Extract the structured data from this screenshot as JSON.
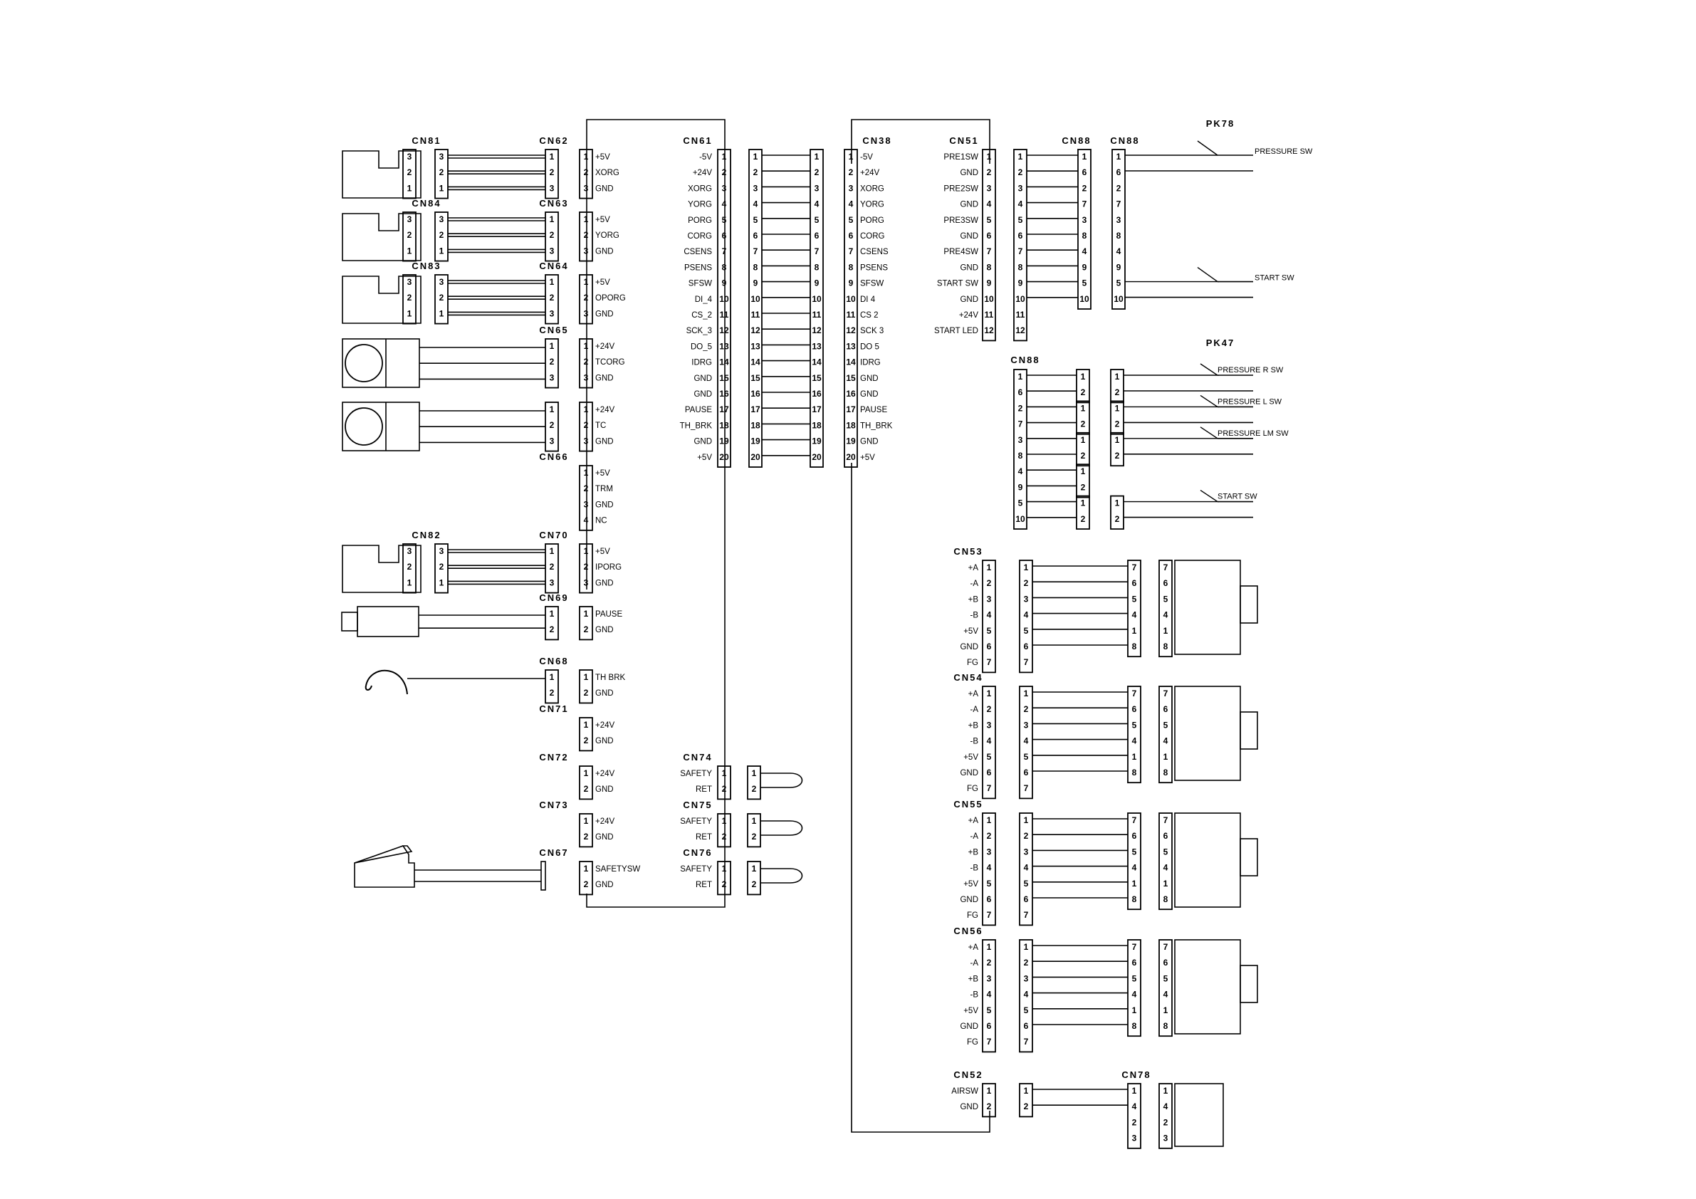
{
  "diagram": {
    "left": [
      {
        "type": "sensor",
        "sensor_title": "CN81",
        "sensor_pins": [
          "3",
          "2",
          "1"
        ],
        "title": "CN62",
        "pins": [
          "1",
          "2",
          "3"
        ],
        "signals": [
          "+5V",
          "XORG",
          "GND"
        ]
      },
      {
        "type": "sensor",
        "sensor_title": "CN84",
        "sensor_pins": [
          "3",
          "2",
          "1"
        ],
        "title": "CN63",
        "pins": [
          "1",
          "2",
          "3"
        ],
        "signals": [
          "+5V",
          "YORG",
          "GND"
        ]
      },
      {
        "type": "sensor",
        "sensor_title": "CN83",
        "sensor_pins": [
          "3",
          "2",
          "1"
        ],
        "title": "CN64",
        "pins": [
          "1",
          "2",
          "3"
        ],
        "signals": [
          "+5V",
          "OPORG",
          "GND"
        ]
      },
      {
        "type": "sensor_round",
        "title": "CN65",
        "pins": [
          "1",
          "2",
          "3"
        ],
        "signals": [
          "+24V",
          "TCORG",
          "GND"
        ]
      },
      {
        "type": "sensor_round",
        "title": "",
        "pins": [
          "1",
          "2",
          "3"
        ],
        "signals": [
          "+24V",
          "TC",
          "GND"
        ]
      },
      {
        "type": "plain",
        "title": "CN66",
        "pins": [
          "1",
          "2",
          "3",
          "4"
        ],
        "signals": [
          "+5V",
          "TRM",
          "GND",
          "NC"
        ]
      },
      {
        "type": "sensor",
        "sensor_title": "CN82",
        "sensor_pins": [
          "3",
          "2",
          "1"
        ],
        "title": "CN70",
        "pins": [
          "1",
          "2",
          "3"
        ],
        "signals": [
          "+5V",
          "IPORG",
          "GND"
        ]
      },
      {
        "type": "pause",
        "title": "CN69",
        "pins": [
          "1",
          "2"
        ],
        "signals": [
          "PAUSE",
          "GND"
        ]
      },
      {
        "type": "thermal",
        "title": "CN68",
        "pins": [
          "1",
          "2"
        ],
        "signals": [
          "TH BRK",
          "GND"
        ]
      },
      {
        "type": "plain",
        "title": "CN71",
        "pins": [
          "1",
          "2"
        ],
        "signals": [
          "+24V",
          "GND"
        ]
      },
      {
        "type": "plain",
        "title": "CN72",
        "pins": [
          "1",
          "2"
        ],
        "signals": [
          "+24V",
          "GND"
        ]
      },
      {
        "type": "plain",
        "title": "CN73",
        "pins": [
          "1",
          "2"
        ],
        "signals": [
          "+24V",
          "GND"
        ]
      },
      {
        "type": "safety",
        "title": "CN67",
        "pins": [
          "1",
          "2"
        ],
        "signals": [
          "SAFETYSW",
          "GND"
        ]
      }
    ],
    "cn61": {
      "title": "CN61",
      "signals": [
        "-5V",
        "+24V",
        "XORG",
        "YORG",
        "PORG",
        "CORG",
        "CSENS",
        "PSENS",
        "SFSW",
        "DI_4",
        "CS_2",
        "SCK_3",
        "DO_5",
        "IDRG",
        "GND",
        "GND",
        "PAUSE",
        "TH_BRK",
        "GND",
        "+5V"
      ],
      "pins": [
        "1",
        "2",
        "3",
        "4",
        "5",
        "6",
        "7",
        "8",
        "9",
        "10",
        "11",
        "12",
        "13",
        "14",
        "15",
        "16",
        "17",
        "18",
        "19",
        "20"
      ]
    },
    "cn38": {
      "title": "CN38",
      "signals": [
        "-5V",
        "+24V",
        "XORG",
        "YORG",
        "PORG",
        "CORG",
        "CSENS",
        "PSENS",
        "SFSW",
        "DI 4",
        "CS 2",
        "SCK 3",
        "DO 5",
        "IDRG",
        "GND",
        "GND",
        "PAUSE",
        "TH_BRK",
        "GND",
        "+5V"
      ],
      "pins": [
        "1",
        "2",
        "3",
        "4",
        "5",
        "6",
        "7",
        "8",
        "9",
        "10",
        "11",
        "12",
        "13",
        "14",
        "15",
        "16",
        "17",
        "18",
        "19",
        "20"
      ]
    },
    "loops": [
      {
        "title": "CN74",
        "signals": [
          "SAFETY",
          "RET"
        ],
        "pins": [
          "1",
          "2"
        ]
      },
      {
        "title": "CN75",
        "signals": [
          "SAFETY",
          "RET"
        ],
        "pins": [
          "1",
          "2"
        ]
      },
      {
        "title": "CN76",
        "signals": [
          "SAFETY",
          "RET"
        ],
        "pins": [
          "1",
          "2"
        ]
      }
    ],
    "cn51": {
      "title": "CN51",
      "signals": [
        "PRE1SW",
        "GND",
        "PRE2SW",
        "GND",
        "PRE3SW",
        "GND",
        "PRE4SW",
        "GND",
        "START SW",
        "GND",
        "+24V",
        "START LED"
      ],
      "pins": [
        "1",
        "2",
        "3",
        "4",
        "5",
        "6",
        "7",
        "8",
        "9",
        "10",
        "11",
        "12"
      ],
      "mid_title": "CN88",
      "mid_pins": [
        "1",
        "6",
        "2",
        "7",
        "3",
        "8",
        "4",
        "9",
        "5",
        "10"
      ],
      "far_title": "CN88",
      "far_pins": [
        "1",
        "6",
        "2",
        "7",
        "3",
        "8",
        "4",
        "9",
        "5",
        "10"
      ],
      "pk_title": "PK78",
      "switches": [
        "PRESSURE SW",
        "START SW"
      ]
    },
    "pk47": {
      "title": "PK47",
      "cn_title": "CN88",
      "pins": [
        "1",
        "6",
        "2",
        "7",
        "3",
        "8",
        "4",
        "9",
        "5",
        "10"
      ],
      "small": [
        "1",
        "2"
      ],
      "switches": [
        "PRESSURE R SW",
        "PRESSURE L SW",
        "PRESSURE LM SW",
        "START SW"
      ]
    },
    "motors": [
      {
        "title": "CN53",
        "signals": [
          "+A",
          "-A",
          "+B",
          "-B",
          "+5V",
          "GND",
          "FG"
        ],
        "pins": [
          "1",
          "2",
          "3",
          "4",
          "5",
          "6",
          "7"
        ],
        "motor_pins": [
          "7",
          "6",
          "5",
          "4",
          "1",
          "8"
        ]
      },
      {
        "title": "CN54",
        "signals": [
          "+A",
          "-A",
          "+B",
          "-B",
          "+5V",
          "GND",
          "FG"
        ],
        "pins": [
          "1",
          "2",
          "3",
          "4",
          "5",
          "6",
          "7"
        ],
        "motor_pins": [
          "7",
          "6",
          "5",
          "4",
          "1",
          "8"
        ]
      },
      {
        "title": "CN55",
        "signals": [
          "+A",
          "-A",
          "+B",
          "-B",
          "+5V",
          "GND",
          "FG"
        ],
        "pins": [
          "1",
          "2",
          "3",
          "4",
          "5",
          "6",
          "7"
        ],
        "motor_pins": [
          "7",
          "6",
          "5",
          "4",
          "1",
          "8"
        ]
      },
      {
        "title": "CN56",
        "signals": [
          "+A",
          "-A",
          "+B",
          "-B",
          "+5V",
          "GND",
          "FG"
        ],
        "pins": [
          "1",
          "2",
          "3",
          "4",
          "5",
          "6",
          "7"
        ],
        "motor_pins": [
          "7",
          "6",
          "5",
          "4",
          "1",
          "8"
        ]
      }
    ],
    "cn52": {
      "title": "CN52",
      "signals": [
        "AIRSW",
        "GND"
      ],
      "pins": [
        "1",
        "2"
      ],
      "far_title": "CN78",
      "far_pins": [
        "1",
        "4",
        "2",
        "3"
      ]
    }
  }
}
